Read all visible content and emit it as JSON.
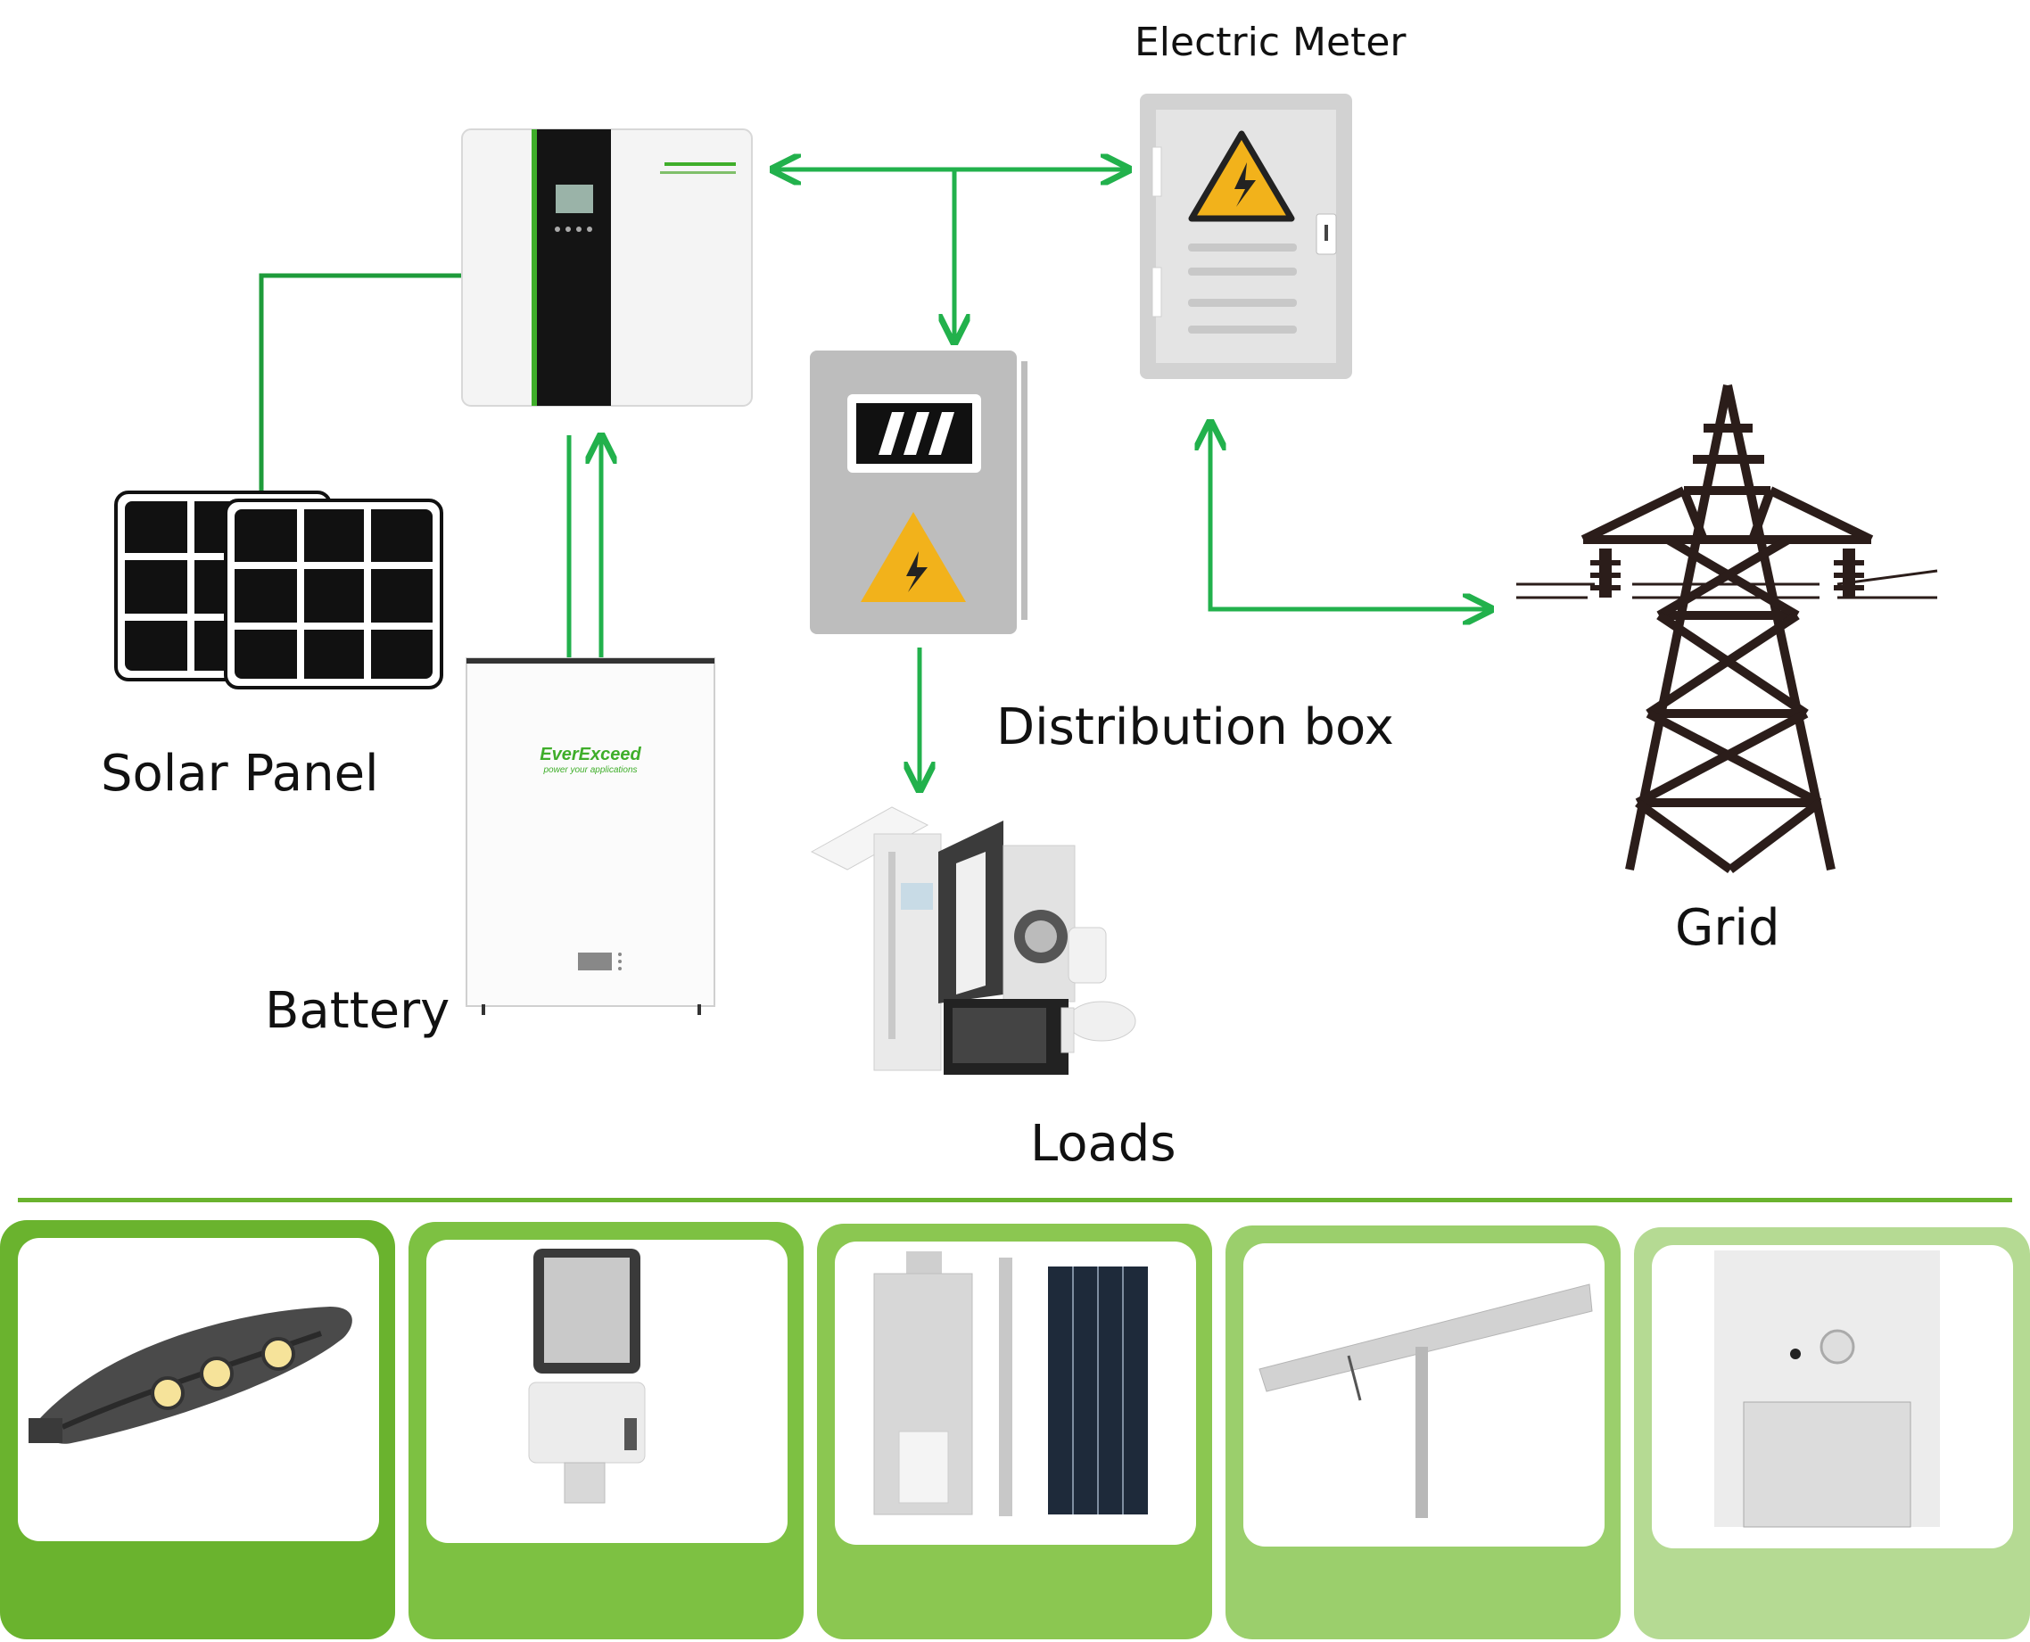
{
  "labels": {
    "electric_meter": "Electric Meter",
    "distribution_box": "Distribution box",
    "solar_panel": "Solar Panel",
    "battery": "Battery",
    "loads": "Loads",
    "grid": "Grid"
  },
  "brand": {
    "battery_logo": "EverExceed",
    "battery_tagline": "power your applications"
  },
  "colors": {
    "flow_arrow": "#22b14c",
    "solid_line": "#1e9b3a",
    "divider": "#6ab32e",
    "card_1": "#6ab32e",
    "card_2": "#7dc142",
    "card_3": "#8bc751",
    "card_4": "#9bcf6c",
    "card_5": "#b5da93",
    "warning": "#f2b21b"
  },
  "product_cards": [
    {
      "icon": "led-street-light-cobra-icon"
    },
    {
      "icon": "led-street-light-panel-icon"
    },
    {
      "icon": "all-in-one-solar-street-light-icon"
    },
    {
      "icon": "pole-mounted-solar-light-icon"
    },
    {
      "icon": "solar-sensor-light-icon"
    }
  ]
}
